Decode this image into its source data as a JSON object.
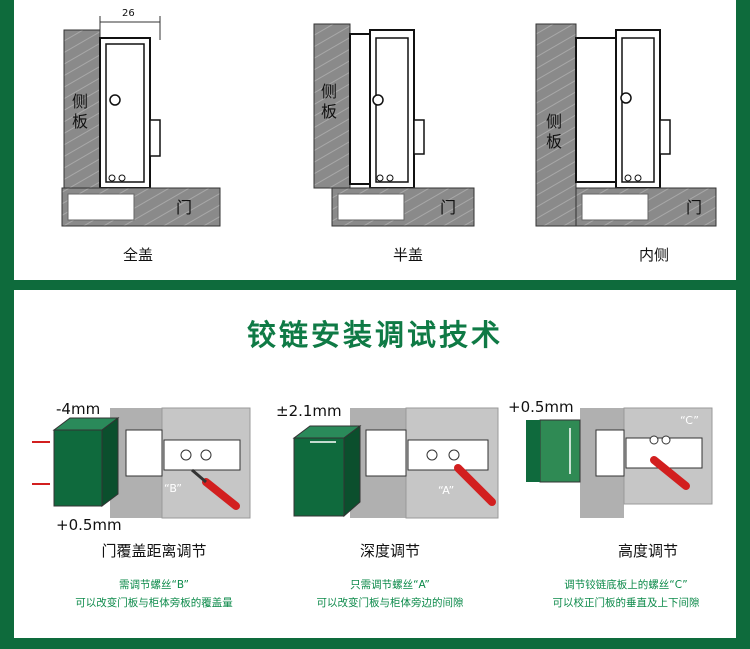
{
  "top": {
    "dimension_label": "26",
    "side_panel_label": "侧板",
    "door_label": "门",
    "captions": [
      "全盖",
      "半盖",
      "内侧"
    ]
  },
  "bottom": {
    "title": "铰链安装调试技术",
    "diagrams": [
      {
        "adjust_top": "-4mm",
        "adjust_bottom": "+0.5mm",
        "screw": "“B”",
        "caption": "门覆盖距离调节",
        "note1": "需调节螺丝“B”",
        "note2": "可以改变门板与柜体旁板的覆盖量"
      },
      {
        "adjust_top": "±2.1mm",
        "screw": "“A”",
        "caption": "深度调节",
        "note1": "只需调节螺丝“A”",
        "note2": "可以改变门板与柜体旁边的间隙"
      },
      {
        "adjust_top": "+0.5mm",
        "screw": "“C”",
        "caption": "高度调节",
        "note1": "调节铰链底板上的螺丝“C”",
        "note2": "可以校正门板的垂直及上下间隙"
      }
    ]
  },
  "colors": {
    "brand_green": "#0e6b3c",
    "title_green": "#0f7a45",
    "note_green": "#0c8a4a",
    "screwdriver_red": "#d21f1f"
  }
}
